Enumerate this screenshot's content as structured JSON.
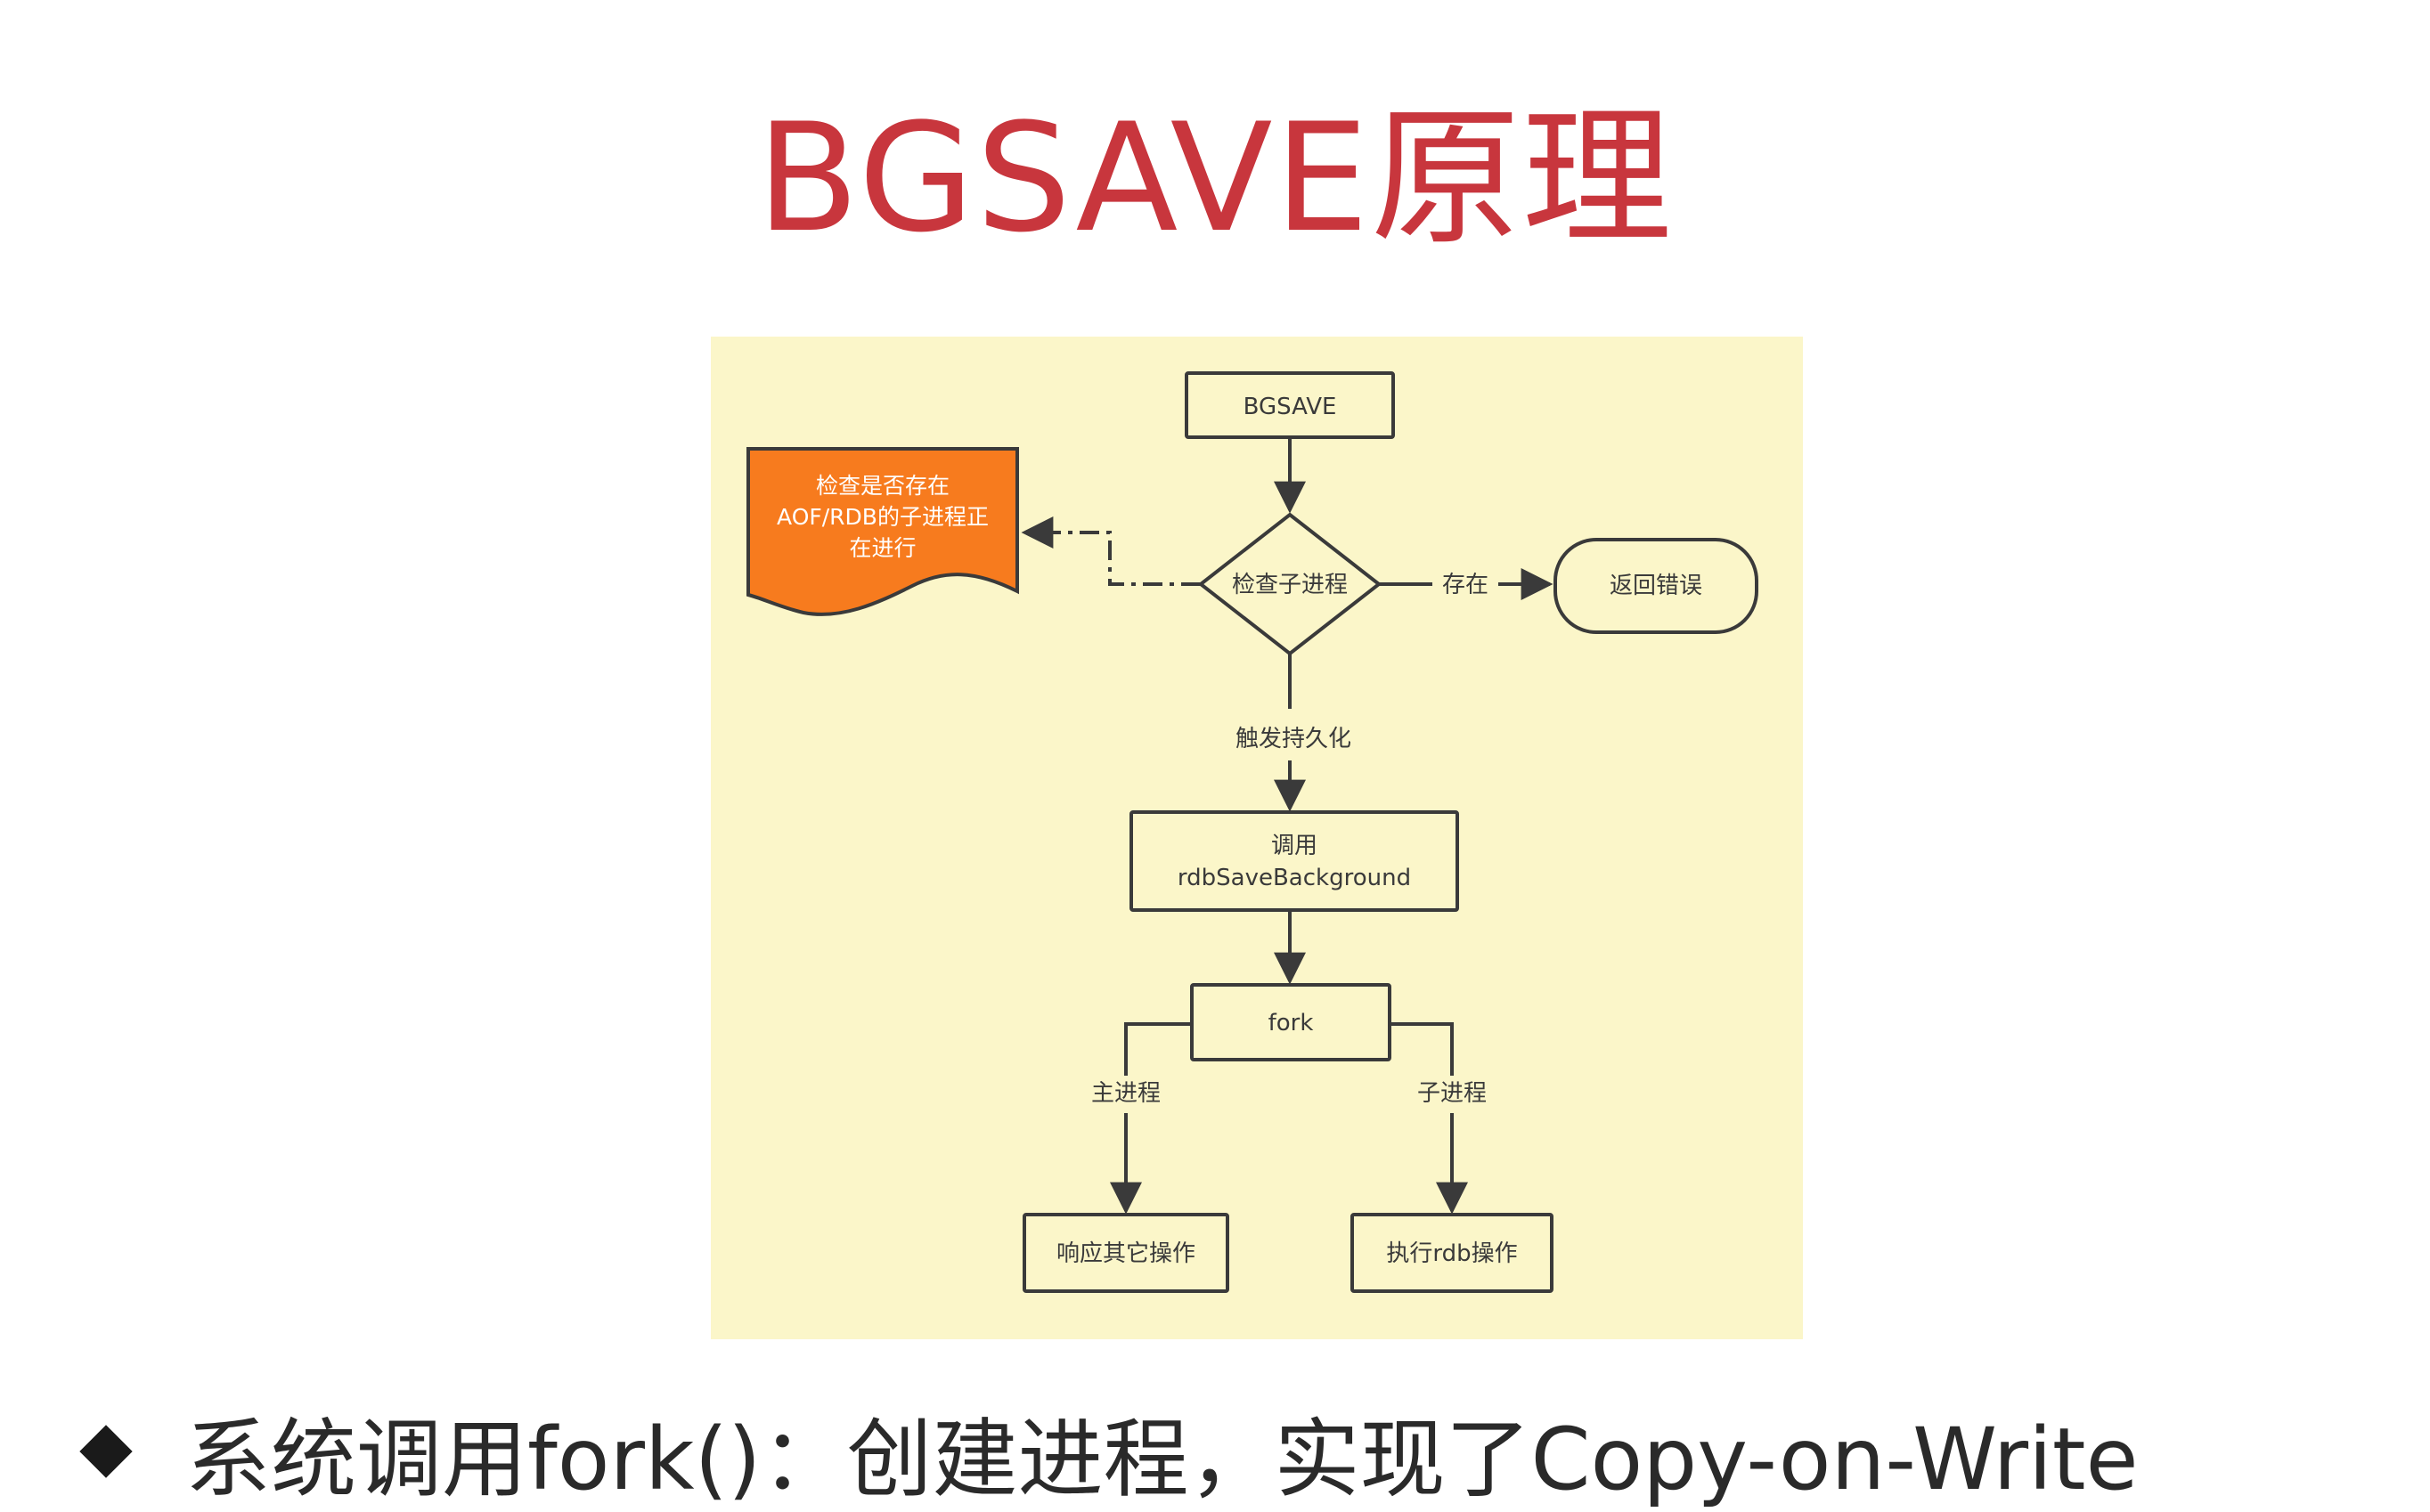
{
  "slide": {
    "title": "BGSAVE原理",
    "bullet": "系统调用fork()：创建进程，实现了Copy-on-Write"
  },
  "diagram": {
    "nodes": {
      "start": "BGSAVE",
      "check_child": "检查子进程",
      "note_line1": "检查是否存在",
      "note_line2": "AOF/RDB的子进程正",
      "note_line3": "在进行",
      "return_error": "返回错误",
      "call_line1": "调用",
      "call_line2": "rdbSaveBackground",
      "fork": "fork",
      "parent_action": "响应其它操作",
      "child_action": "执行rdb操作"
    },
    "edges": {
      "exists": "存在",
      "trigger_persist": "触发持久化",
      "parent_process": "主进程",
      "child_process": "子进程"
    },
    "colors": {
      "panel_bg": "#fbf6c9",
      "note_fill": "#f77b1e",
      "stroke": "#3a3a3a",
      "title": "#c8363d"
    }
  }
}
